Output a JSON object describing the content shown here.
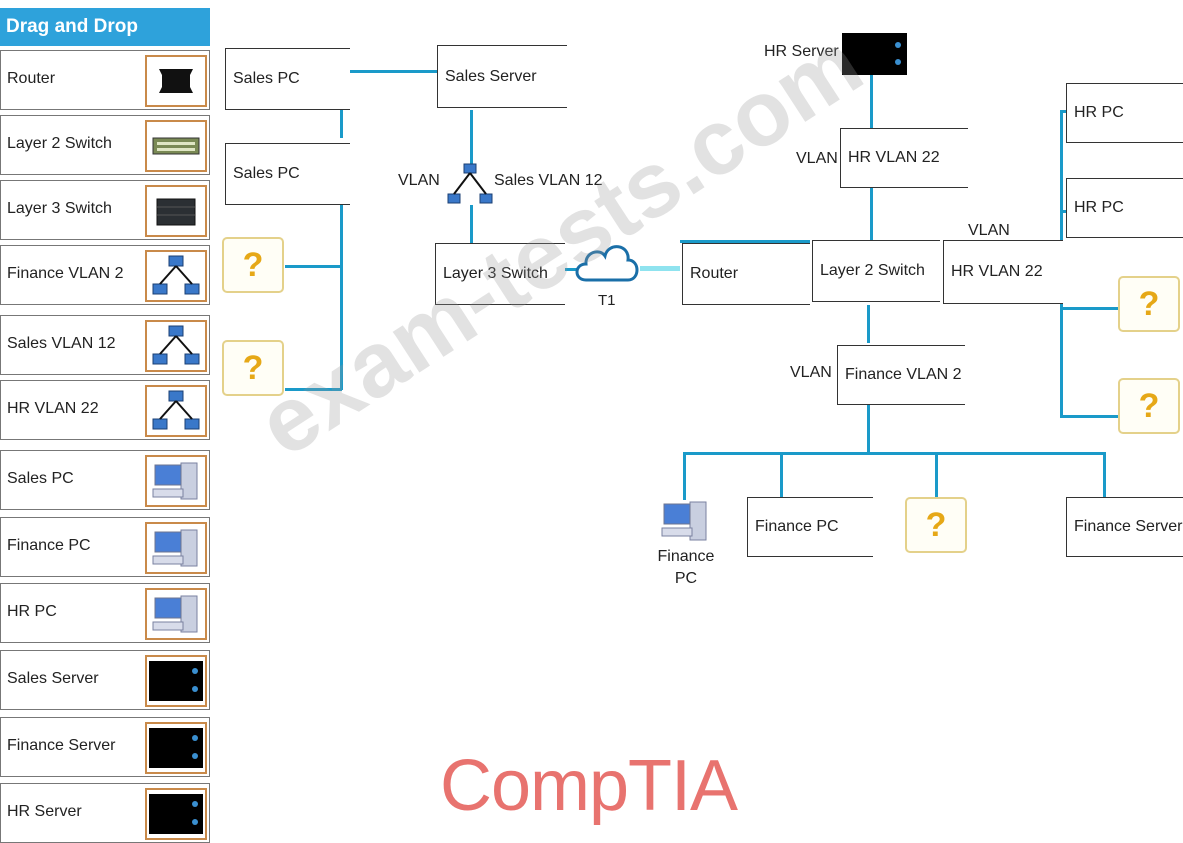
{
  "palette": {
    "title": "Drag and Drop",
    "items": [
      {
        "label": "Router",
        "icon": "router-icon"
      },
      {
        "label": "Layer 2 Switch",
        "icon": "layer2-switch-icon"
      },
      {
        "label": "Layer 3 Switch",
        "icon": "layer3-switch-icon"
      },
      {
        "label": "Finance VLAN 2",
        "icon": "vlan-icon"
      },
      {
        "label": "Sales VLAN 12",
        "icon": "vlan-icon"
      },
      {
        "label": "HR VLAN 22",
        "icon": "vlan-icon"
      },
      {
        "label": "Sales PC",
        "icon": "pc-icon"
      },
      {
        "label": "Finance PC",
        "icon": "pc-icon"
      },
      {
        "label": "HR PC",
        "icon": "pc-icon"
      },
      {
        "label": "Sales Server",
        "icon": "server-icon"
      },
      {
        "label": "Finance Server",
        "icon": "server-icon"
      },
      {
        "label": "HR Server",
        "icon": "server-icon"
      }
    ]
  },
  "diagram": {
    "sales_pc_1": "Sales PC",
    "sales_pc_2": "Sales PC",
    "sales_server": "Sales Server",
    "vlan_prefix": "VLAN",
    "sales_vlan": "Sales VLAN 12",
    "layer3_switch": "Layer 3 Switch",
    "wan_label": "T1",
    "router": "Router",
    "layer2_switch": "Layer 2 Switch",
    "hr_server": "HR Server",
    "hr_vlan_top": "HR VLAN 22",
    "hr_vlan_right": "HR VLAN 22",
    "hr_pc_1": "HR PC",
    "hr_pc_2": "HR PC",
    "finance_vlan": "Finance VLAN 2",
    "finance_pc_box": "Finance PC",
    "finance_pc_icon_label": "Finance PC",
    "finance_server": "Finance Server",
    "placeholder": "?"
  },
  "watermark": "exam-tests.com",
  "logo": "CompTIA",
  "colors": {
    "header_blue": "#2ea2db",
    "link_blue": "#1a9ac9",
    "icon_border": "#c98a4a",
    "placeholder_gold": "#e6a817",
    "logo_red": "#e8736f"
  }
}
